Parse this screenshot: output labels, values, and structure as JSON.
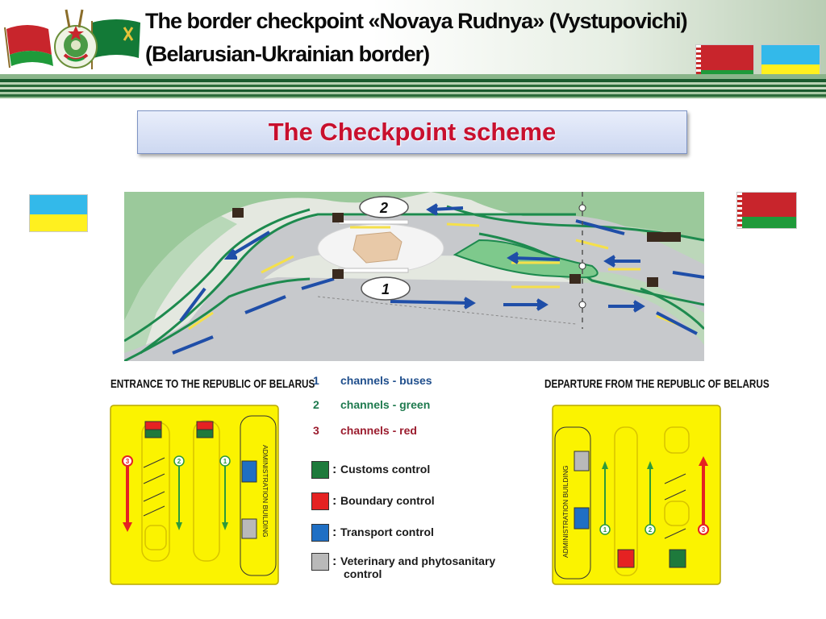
{
  "header": {
    "title_line1": "The border checkpoint «Novaya Rudnya» (Vystupovichi)",
    "title_line2": "(Belarusian-Ukrainian border)"
  },
  "scheme_title": "The Checkpoint scheme",
  "map": {
    "marker_top": "2",
    "marker_bottom": "1"
  },
  "entrance": {
    "heading": "ENTRANCE TO THE REPUBLIC OF BELARUS",
    "admin_label": "ADMINISTRATION BUILDING",
    "channels": [
      "3",
      "2",
      "1"
    ]
  },
  "departure": {
    "heading": "DEPARTURE FROM THE REPUBLIC OF BELARUS",
    "admin_label": "ADMINISTRATION BUILDING",
    "channels": [
      "1",
      "2",
      "3"
    ]
  },
  "channels": [
    {
      "num": "1",
      "label": "channels - buses"
    },
    {
      "num": "2",
      "label": "channels - green"
    },
    {
      "num": "3",
      "label": "channels - red"
    }
  ],
  "legend": [
    {
      "label": "Customs control",
      "color": "#1e7a3c"
    },
    {
      "label": "Boundary control",
      "color": "#e52222"
    },
    {
      "label": "Transport control",
      "color": "#1f6fc4"
    },
    {
      "label": "Veterinary and phytosanitary",
      "label2": "control",
      "color": "#b9b9b9"
    }
  ],
  "colors": {
    "belarus_red": "#c8252c",
    "belarus_green": "#1f9a3a",
    "ukraine_blue": "#33b9ea",
    "ukraine_yellow": "#fff01f",
    "scheme_yellow": "#fbf300",
    "title_red": "#c8102e"
  }
}
